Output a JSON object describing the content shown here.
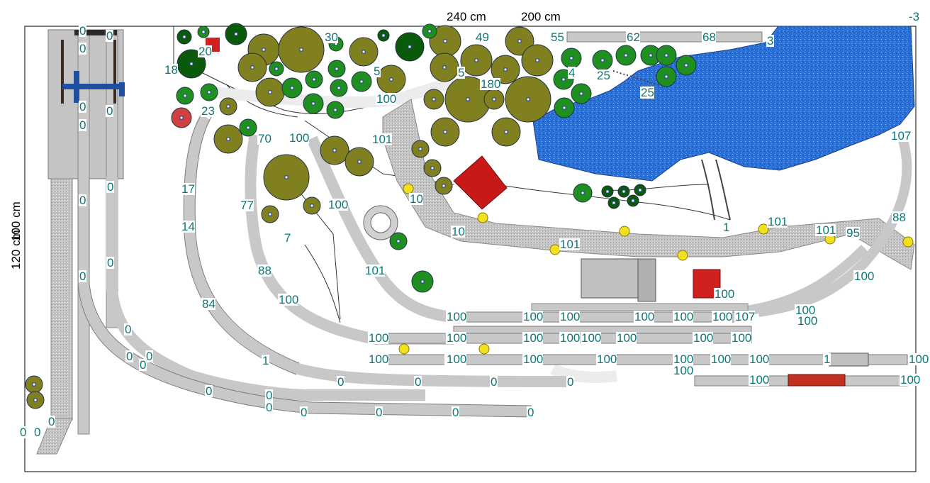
{
  "dimensions": {
    "top_left": "240 cm",
    "top_right": "200 cm",
    "left": "120 cm",
    "left_overlap": "100 cm",
    "corner": "-3"
  },
  "colors": {
    "water": "#2a6fd6",
    "track": "#c8c8c8",
    "ballast": "#bfbfbf",
    "tree_olive": "#808020",
    "tree_green": "#1f8f1f",
    "tree_dark": "#0b5a0b",
    "building_red": "#c81818",
    "building_grey": "#c0c0c0",
    "label": "#0b7777",
    "signal": "#f0e020"
  },
  "left_yard": {
    "labels": [
      "0",
      "0",
      "0",
      "0",
      "0",
      "0",
      "0",
      "0",
      "0",
      "0",
      "0",
      "0",
      "0",
      "0"
    ]
  },
  "upper_labels": [
    "18",
    "20",
    "30",
    "49",
    "55",
    "62",
    "68",
    "3",
    "23",
    "25",
    "25",
    "5",
    "180",
    "5",
    "4",
    "100",
    "101",
    "70",
    "100",
    "17",
    "14",
    "77",
    "100",
    "7",
    "84",
    "88",
    "100",
    "101",
    "10",
    "10",
    "101",
    "1",
    "101",
    "101",
    "95",
    "88",
    "107",
    "100"
  ],
  "lower_labels": [
    "100",
    "100",
    "100",
    "100",
    "100",
    "100",
    "100",
    "107",
    "100",
    "100",
    "100",
    "100",
    "100",
    "100",
    "100",
    "100",
    "100",
    "100",
    "100",
    "100",
    "100",
    "100",
    "100",
    "100",
    "100",
    "100",
    "100",
    "100",
    "1",
    "100",
    "100",
    "0",
    "0",
    "0",
    "0",
    "0",
    "0",
    "0",
    "0",
    "0",
    "0",
    "0",
    "0",
    "0",
    "0",
    "1",
    "100"
  ]
}
